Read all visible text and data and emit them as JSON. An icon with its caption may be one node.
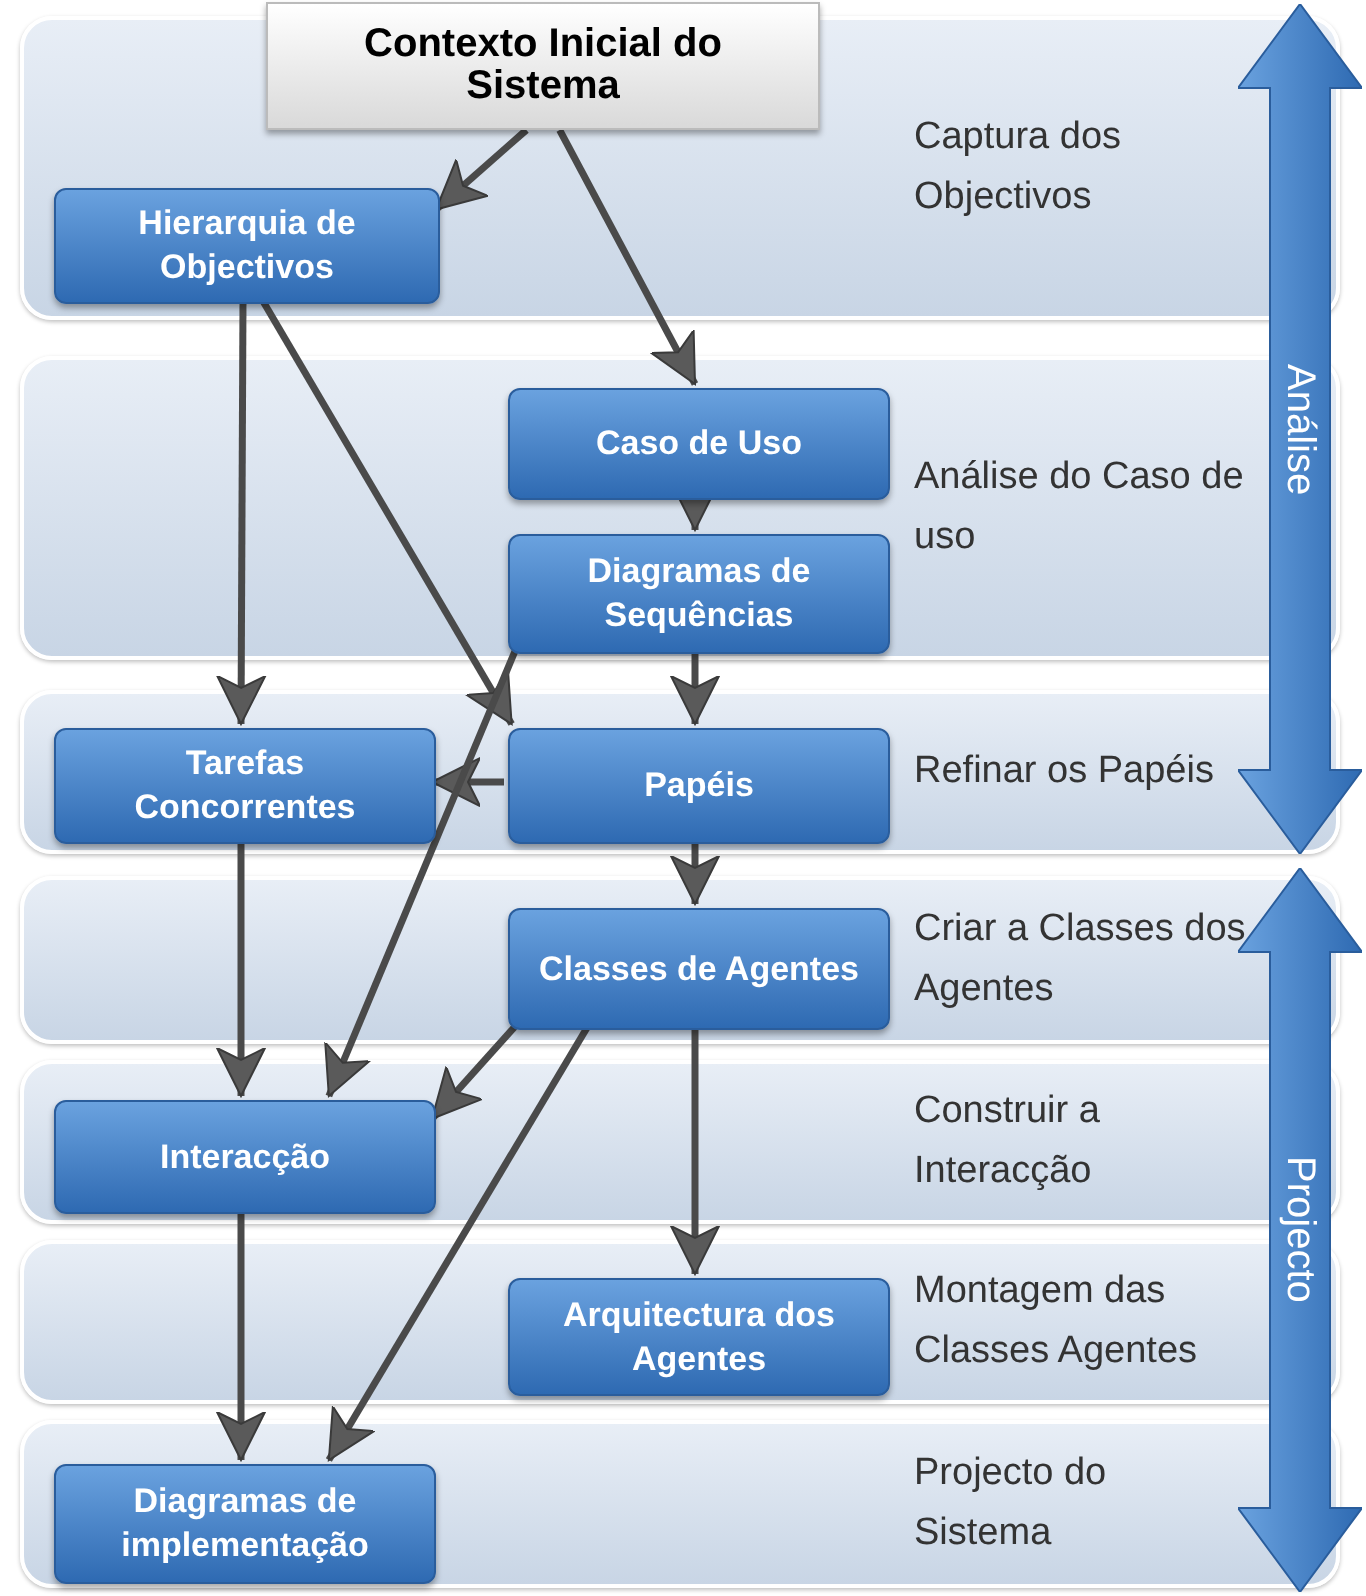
{
  "diagram": {
    "nodes": [
      {
        "text": [
          "Contexto Inicial do Sistema"
        ]
      },
      {
        "text": [
          "Captura dos Objectivos"
        ]
      },
      {
        "text": [
          "Hierarquia de Objectivos"
        ],
        "in": 1
      },
      {
        "text": [
          "Análise do Caso de uso"
        ]
      },
      {
        "text": [
          "Caso de Uso"
        ],
        "in": 3
      },
      {
        "text": [
          "Diagramas de Sequências"
        ],
        "in": 3
      },
      {
        "text": [
          "Refinar os Papéis"
        ]
      },
      {
        "text": [
          "Tarefas Concorrentes"
        ],
        "in": 6
      },
      {
        "text": [
          "Papéis"
        ],
        "in": 6
      },
      {
        "text": [
          "Criar a Classes dos Agentes"
        ]
      },
      {
        "text": [
          "Classes de Agentes"
        ],
        "in": 9
      },
      {
        "text": [
          "Construir a Interacção"
        ]
      },
      {
        "text": [
          "Interacção"
        ],
        "in": 11
      },
      {
        "text": [
          "Montagem das Classes Agentes"
        ]
      },
      {
        "text": [
          "Arquitectura dos Agentes"
        ],
        "in": 13
      },
      {
        "text": [
          "Projecto do Sistema"
        ]
      },
      {
        "text": [
          "Diagramas de implementação"
        ],
        "in": 15
      }
    ],
    "edges": [
      {
        "from": 0,
        "to": 2,
        "arrow": "to"
      },
      {
        "from": 0,
        "to": 4,
        "arrow": "to"
      },
      {
        "from": 2,
        "to": 7,
        "arrow": "to"
      },
      {
        "from": 2,
        "to": 8,
        "arrow": "to"
      },
      {
        "from": 4,
        "to": 5,
        "arrow": "to"
      },
      {
        "from": 5,
        "to": 8,
        "arrow": "to"
      },
      {
        "from": 8,
        "to": 7,
        "arrow": "to"
      },
      {
        "from": 5,
        "to": 12,
        "arrow": "to"
      },
      {
        "from": 7,
        "to": 12,
        "arrow": "to"
      },
      {
        "from": 8,
        "to": 10,
        "arrow": "to"
      },
      {
        "from": 10,
        "to": 12,
        "arrow": "to"
      },
      {
        "from": 10,
        "to": 14,
        "arrow": "to"
      },
      {
        "from": 10,
        "to": 16,
        "arrow": "to"
      },
      {
        "from": 12,
        "to": 16,
        "arrow": "to"
      }
    ],
    "labels": [
      "Análise",
      "Projecto"
    ]
  }
}
